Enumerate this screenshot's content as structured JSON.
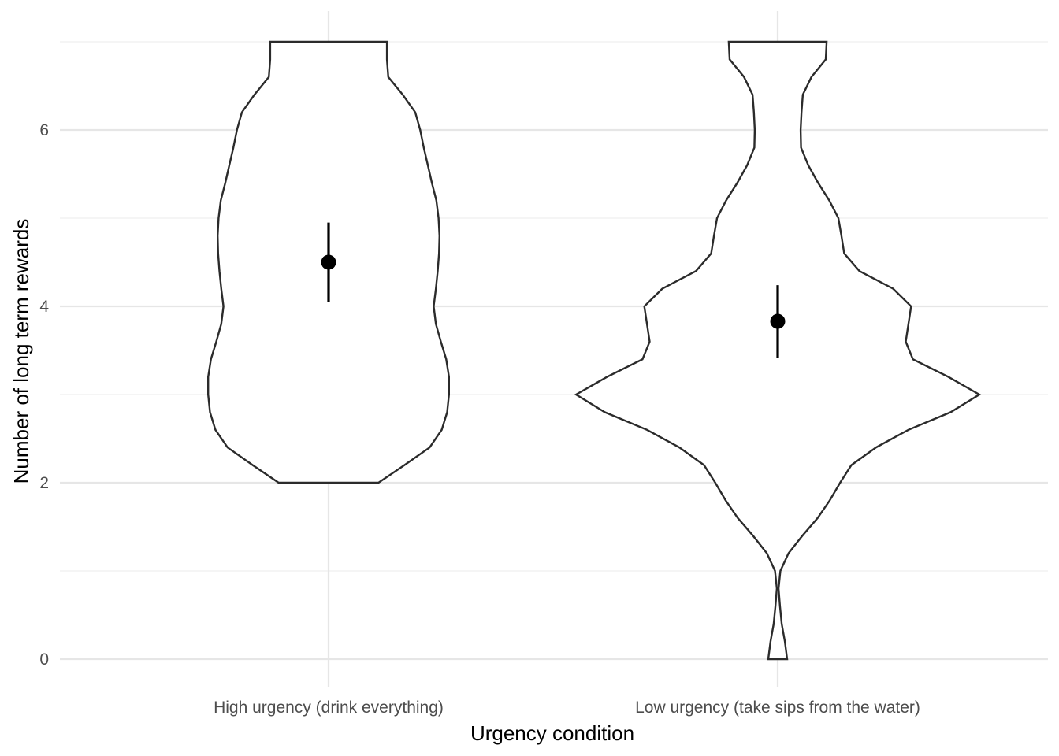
{
  "chart_data": {
    "type": "violin",
    "title": "",
    "xlabel": "Urgency condition",
    "ylabel": "Number of long term rewards",
    "ylim": [
      -0.35,
      7.35
    ],
    "y_ticks": [
      0,
      2,
      4,
      6
    ],
    "grid": true,
    "legend": "none",
    "categories": [
      "High urgency (drink everything)",
      "Low urgency (take sips from the water)"
    ],
    "series": [
      {
        "range": [
          2,
          7
        ],
        "mean": 4.5,
        "ci": [
          4.05,
          4.95
        ],
        "density_width": [
          [
            2,
            0.111
          ],
          [
            2.2,
            0.169
          ],
          [
            2.4,
            0.225
          ],
          [
            2.6,
            0.252
          ],
          [
            2.8,
            0.264
          ],
          [
            3.0,
            0.268
          ],
          [
            3.2,
            0.268
          ],
          [
            3.4,
            0.262
          ],
          [
            3.6,
            0.25
          ],
          [
            3.8,
            0.239
          ],
          [
            4.0,
            0.234
          ],
          [
            4.2,
            0.239
          ],
          [
            4.4,
            0.243
          ],
          [
            4.6,
            0.246
          ],
          [
            4.8,
            0.247
          ],
          [
            5.0,
            0.245
          ],
          [
            5.2,
            0.24
          ],
          [
            5.4,
            0.23
          ],
          [
            5.6,
            0.221
          ],
          [
            5.8,
            0.212
          ],
          [
            6.0,
            0.204
          ],
          [
            6.2,
            0.193
          ],
          [
            6.4,
            0.165
          ],
          [
            6.6,
            0.133
          ],
          [
            6.8,
            0.13
          ],
          [
            7.0,
            0.13
          ]
        ]
      },
      {
        "range": [
          0,
          7
        ],
        "mean": 3.83,
        "ci": [
          3.42,
          4.24
        ],
        "density_width": [
          [
            0.0,
            0.021
          ],
          [
            0.2,
            0.016
          ],
          [
            0.4,
            0.009
          ],
          [
            0.6,
            0.005
          ],
          [
            0.8,
            0.002
          ],
          [
            1.0,
            0.006
          ],
          [
            1.2,
            0.024
          ],
          [
            1.4,
            0.055
          ],
          [
            1.6,
            0.089
          ],
          [
            1.8,
            0.116
          ],
          [
            2.0,
            0.139
          ],
          [
            2.2,
            0.164
          ],
          [
            2.4,
            0.219
          ],
          [
            2.6,
            0.291
          ],
          [
            2.8,
            0.385
          ],
          [
            3.0,
            0.449
          ],
          [
            3.2,
            0.38
          ],
          [
            3.4,
            0.301
          ],
          [
            3.6,
            0.285
          ],
          [
            3.8,
            0.291
          ],
          [
            4.0,
            0.297
          ],
          [
            4.2,
            0.257
          ],
          [
            4.4,
            0.182
          ],
          [
            4.6,
            0.148
          ],
          [
            4.8,
            0.142
          ],
          [
            5.0,
            0.135
          ],
          [
            5.2,
            0.115
          ],
          [
            5.4,
            0.09
          ],
          [
            5.6,
            0.068
          ],
          [
            5.8,
            0.052
          ],
          [
            6.0,
            0.051
          ],
          [
            6.2,
            0.053
          ],
          [
            6.4,
            0.056
          ],
          [
            6.6,
            0.075
          ],
          [
            6.8,
            0.107
          ],
          [
            7.0,
            0.109
          ]
        ]
      }
    ]
  }
}
